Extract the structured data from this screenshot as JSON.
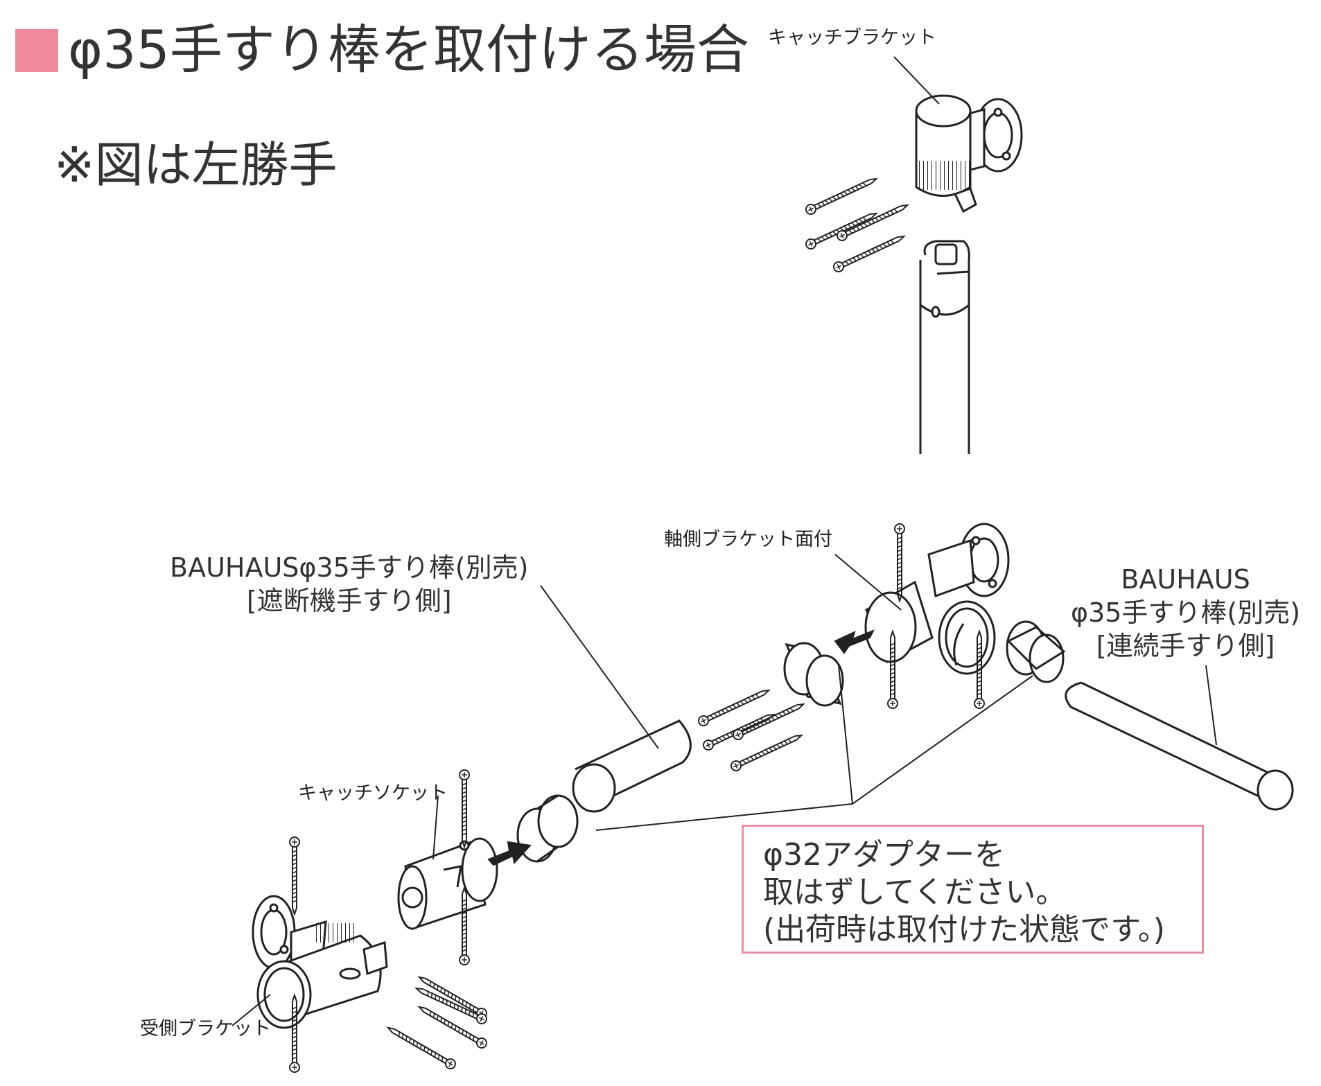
{
  "colors": {
    "accent": "#EE8A9C",
    "callout_border": "#E88FA4",
    "line": "#222222"
  },
  "header": {
    "title": "φ35手すり棒を取付ける場合",
    "note": "※図は左勝手"
  },
  "labels": {
    "catch_bracket": "キャッチブラケット",
    "shaft_bracket": "軸側ブラケット面付",
    "catch_socket": "キャッチソケット",
    "receiver_bracket": "受側ブラケット",
    "rail_breaker_side_line1": "BAUHAUSφ35手すり棒(別売)",
    "rail_breaker_side_line2": "[遮断機手すり側]",
    "rail_continuous_line1": "BAUHAUS",
    "rail_continuous_line2": "φ35手すり棒(別売)",
    "rail_continuous_line3": "[連続手すり側]"
  },
  "callout": {
    "line1": "φ32アダプターを",
    "line2": "取はずしてください。",
    "line3": "(出荷時は取付けた状態です。)"
  }
}
